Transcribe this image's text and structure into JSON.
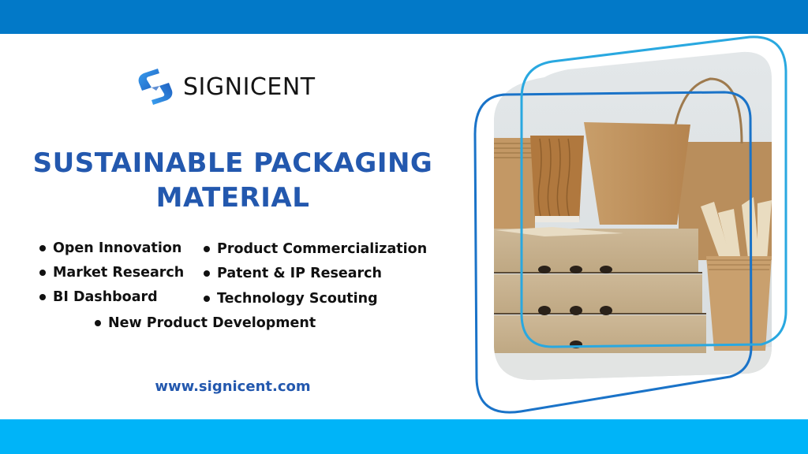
{
  "brand": {
    "name": "SIGNICENT",
    "logo_icon": "signicent-s-logo-icon",
    "colors": {
      "top_bar": "#0279C8",
      "bottom_bar": "#00B4F8",
      "title": "#2358AE",
      "logo_dark": "#1E5FC0",
      "logo_light": "#3AA0F0",
      "outline_dark": "#1A73C8",
      "outline_light": "#29A8E0"
    }
  },
  "headline": {
    "line1": "SUSTAINABLE PACKAGING",
    "line2": "MATERIAL"
  },
  "services": [
    {
      "label": "Open Innovation"
    },
    {
      "label": "Product Commercialization"
    },
    {
      "label": "Market Research"
    },
    {
      "label": "Patent & IP Research"
    },
    {
      "label": "BI Dashboard"
    },
    {
      "label": "Technology Scouting"
    },
    {
      "label": "New Product Development"
    }
  ],
  "website": "www.signicent.com",
  "hero_image": {
    "alt": "Kraft paper cups, food box, paper bag, pizza boxes and wooden cutlery"
  }
}
